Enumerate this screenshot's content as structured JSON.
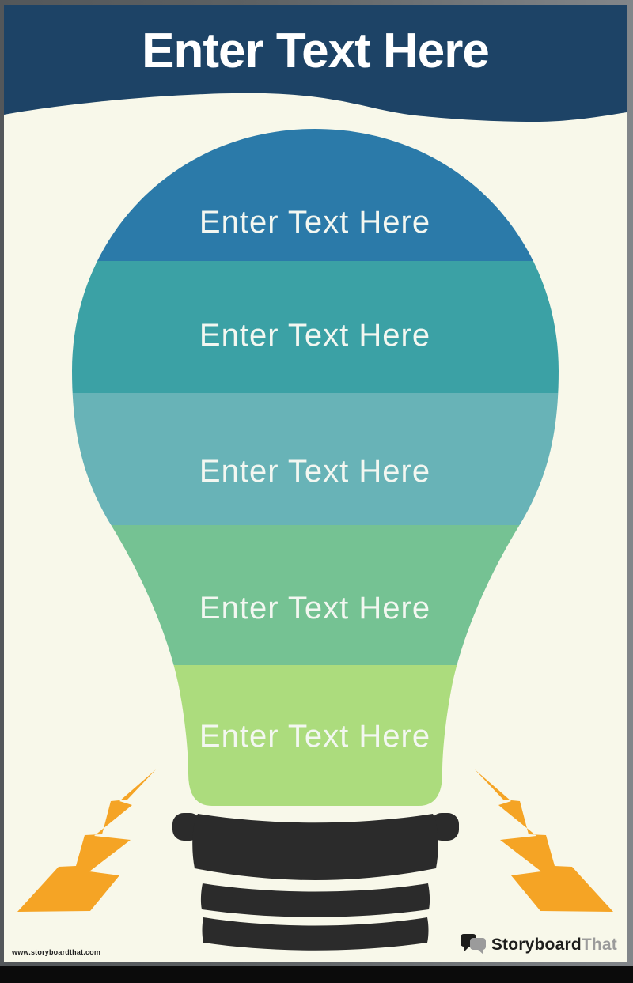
{
  "header": {
    "title": "Enter Text Here",
    "background_color": "#1d4366",
    "text_color": "#ffffff"
  },
  "bulb": {
    "bands": [
      {
        "label": "Enter Text Here",
        "color": "#2b7aa9"
      },
      {
        "label": "Enter Text Here",
        "color": "#3ba1a5"
      },
      {
        "label": "Enter Text Here",
        "color": "#68b3b7"
      },
      {
        "label": "Enter Text Here",
        "color": "#75c293"
      },
      {
        "label": "Enter Text Here",
        "color": "#acdc7d"
      }
    ],
    "text_color": "#f3f7f1",
    "base_color": "#2b2b2b"
  },
  "decor": {
    "bolt_color": "#f5a425",
    "poster_background": "#f8f8ea",
    "frame_color": "#5d6163",
    "bottom_bar_color": "#0b0b0b"
  },
  "footer": {
    "website": "www.storyboardthat.com",
    "brand_primary": "Storyboard",
    "brand_secondary": "That"
  }
}
